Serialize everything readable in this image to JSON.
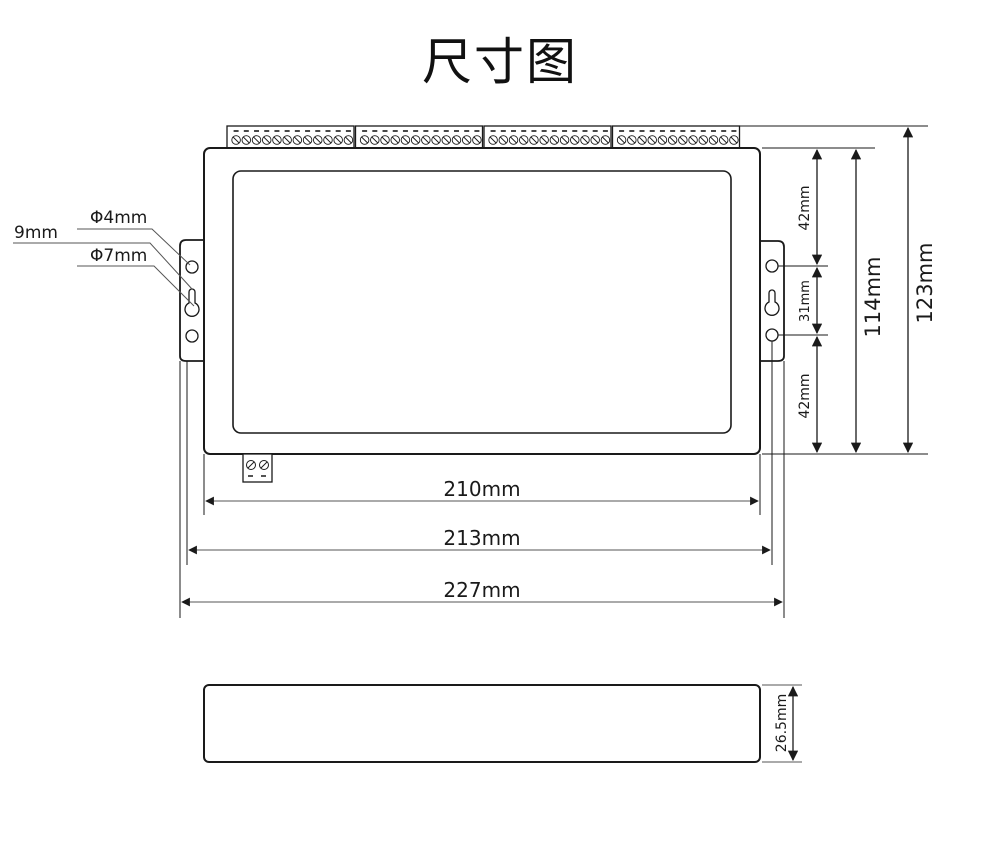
{
  "title": "尺寸图",
  "front_view": {
    "top_terminal_blocks": {
      "count": 4,
      "screws_per_block": 12
    },
    "bottom_terminal_block": {
      "screws": 2
    },
    "hole_labels": {
      "small_hole": "Φ4mm",
      "keyhole_slot": "9mm",
      "keyhole_large": "Φ7mm"
    },
    "vertical_dimensions": {
      "upper_segment": "42mm",
      "middle_segment": "31mm",
      "lower_segment": "42mm",
      "body_height": "114mm",
      "overall_height": "123mm"
    },
    "horizontal_dimensions": {
      "body_width": "210mm",
      "bracket_hole_spacing": "213mm",
      "overall_width": "227mm"
    }
  },
  "side_view": {
    "thickness": "26.5mm"
  },
  "colors": {
    "line": "#1a1a1a",
    "thin_line": "#444444",
    "background": "#ffffff"
  }
}
